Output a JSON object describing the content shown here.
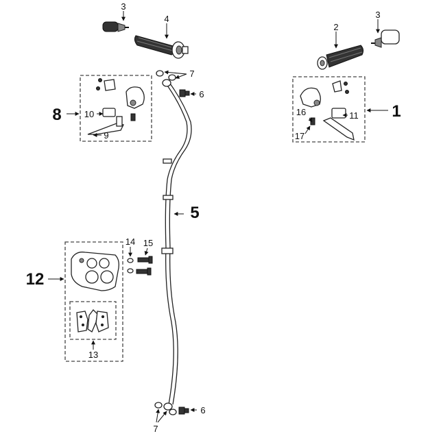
{
  "callouts": {
    "c1": "1",
    "c2": "2",
    "c3a": "3",
    "c3b": "3",
    "c4": "4",
    "c5": "5",
    "c6a": "6",
    "c6b": "6",
    "c7a": "7",
    "c7b": "7",
    "c8": "8",
    "c9": "9",
    "c10": "10",
    "c11": "11",
    "c12": "12",
    "c13": "13",
    "c14": "14",
    "c15": "15",
    "c16": "16",
    "c17": "17"
  }
}
